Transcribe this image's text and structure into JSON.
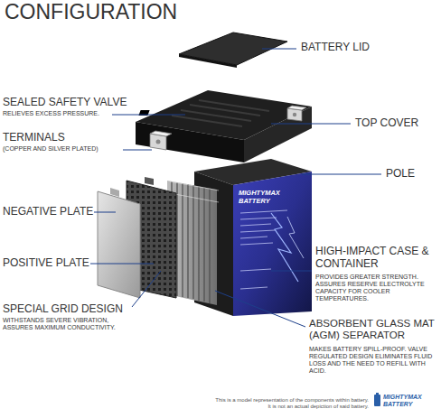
{
  "diagram": {
    "title": "CONFIGURATION",
    "caption": "This is a model representation of the components within battery. It is not an actual depiction of said battery.",
    "labels": [
      "BATTERY LID",
      "SEALED SAFETY VALVE",
      "RELIEVES EXCESS PRESSURE.",
      "TOP COVER",
      "TERMINALS",
      "(COPPER AND SILVER PLATED)",
      "POLE",
      "NEGATIVE PLATE",
      "POSITIVE PLATE",
      "HIGH-IMPACT CASE & CONTAINER",
      "PROVIDES GREATER STRENGTH. ASSURES RESERVE ELECTROLYTE CAPACITY FOR COOLER TEMPERATURES.",
      "SPECIAL GRID DESIGN",
      "WITHSTANDS SEVERE VIBRATION, ASSURES MAXIMUM CONDUCTIVITY.",
      "ABSORBENT GLASS MAT (AGM) SEPARATOR",
      "MAKES BATTERY SPILL-PROOF. VALVE REGULATED DESIGN ELIMINATES FLUID LOSS AND THE NEED TO REFILL WITH ACID.",
      "MIGHTYMAX BATTERY",
      "MIGHTYMAX BATTERY"
    ]
  }
}
